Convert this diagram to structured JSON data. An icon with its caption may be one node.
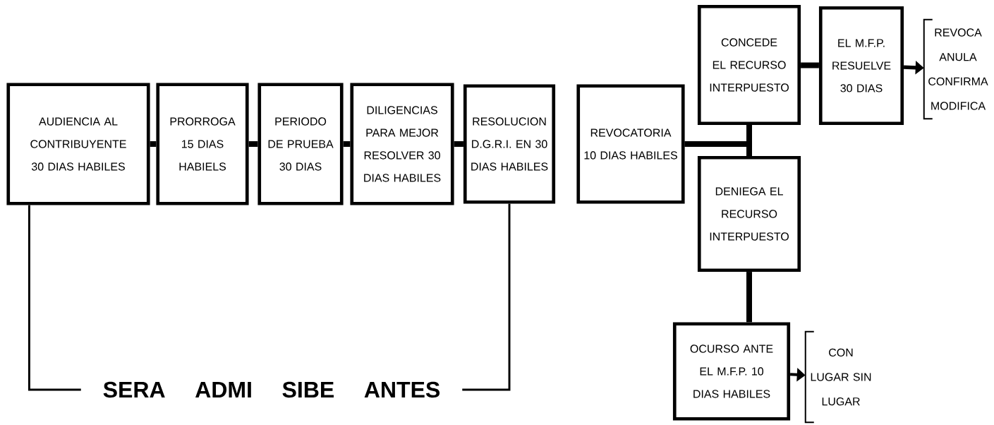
{
  "diagram": {
    "nodes": [
      {
        "text": [
          "AUDIENCIA AL CONTRIBUYENTE 30 DIAS HABILES"
        ]
      },
      {
        "text": [
          "PRORROGA 15 DIAS HABIELS"
        ]
      },
      {
        "text": [
          "PERIODO DE PRUEBA 30 DIAS"
        ]
      },
      {
        "text": [
          "DILIGENCIAS PARA MEJOR RESOLVER 30 DIAS HABILES"
        ]
      },
      {
        "text": [
          "RESOLUCION D.G.R.I. EN 30 DIAS HABILES"
        ]
      },
      {
        "text": [
          "REVOCATORIA 10 DIAS HABILES"
        ]
      },
      {
        "text": [
          "CONCEDE EL RECURSO INTERPUESTO"
        ]
      },
      {
        "text": [
          "EL M.F.P. RESUELVE 30 DIAS"
        ]
      },
      {
        "text": [
          "REVOCA ANULA CONFIRMA MODIFICA"
        ]
      },
      {
        "text": [
          "DENIEGA EL RECURSO INTERPUESTO"
        ]
      },
      {
        "text": [
          "OCURSO ANTE EL M.F.P. 10 DIAS HABILES"
        ]
      },
      {
        "text": [
          "CON LUGAR SIN LUGAR"
        ]
      },
      {
        "text": [
          "SERA ADMI SIBE ANTES"
        ]
      }
    ],
    "edges": [
      {
        "from": 0,
        "to": 1,
        "arrow": "none"
      },
      {
        "from": 1,
        "to": 2,
        "arrow": "none"
      },
      {
        "from": 2,
        "to": 3,
        "arrow": "none"
      },
      {
        "from": 3,
        "to": 4,
        "arrow": "none"
      },
      {
        "from": 5,
        "to": 6,
        "arrow": "none"
      },
      {
        "from": 5,
        "to": 9,
        "arrow": "none"
      },
      {
        "from": 6,
        "to": 7,
        "arrow": "none"
      },
      {
        "from": 7,
        "to": 8,
        "arrow": "to"
      },
      {
        "from": 9,
        "to": 10,
        "arrow": "none"
      },
      {
        "from": 10,
        "to": 11,
        "arrow": "to"
      },
      {
        "from": 0,
        "to": 12,
        "arrow": "none"
      },
      {
        "from": 4,
        "to": 12,
        "arrow": "none"
      }
    ]
  }
}
